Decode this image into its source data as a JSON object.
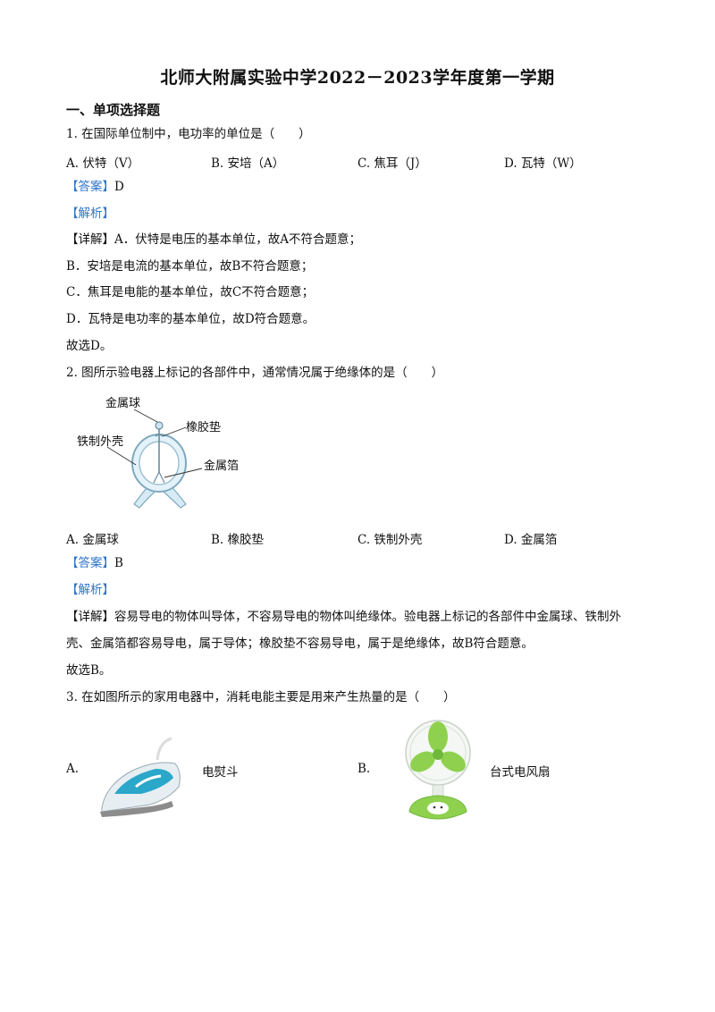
{
  "title": "北师大附属实验中学2022－2023学年度第一学期",
  "section": "一、单项选择题",
  "q1": {
    "stem": "1. 在国际单位制中，电功率的单位是（　　）",
    "options": [
      "A. 伏特（V）",
      "B. 安培（A）",
      "C. 焦耳（J）",
      "D. 瓦特（W）"
    ],
    "answer_tag": "【答案】",
    "answer": "D",
    "analysis_tag": "【解析】",
    "detail_tag": "【详解】",
    "detail": [
      "A．伏特是电压的基本单位，故A不符合题意；",
      "B．安培是电流的基本单位，故B不符合题意；",
      "C．焦耳是电能的基本单位，故C不符合题意；",
      "D．瓦特是电功率的基本单位，故D符合题意。"
    ],
    "conclusion": "故选D。"
  },
  "q2": {
    "stem": "2. 图所示验电器上标记的各部件中，通常情况属于绝缘体的是（　　）",
    "figure_labels": [
      "金属球",
      "橡胶垫",
      "铁制外壳",
      "金属箔"
    ],
    "options": [
      "A. 金属球",
      "B. 橡胶垫",
      "C. 铁制外壳",
      "D. 金属箔"
    ],
    "answer_tag": "【答案】",
    "answer": "B",
    "analysis_tag": "【解析】",
    "detail_tag": "【详解】",
    "detail": [
      "容易导电的物体叫导体，不容易导电的物体叫绝缘体。验电器上标记的各部件中金属球、铁制外",
      "壳、金属箔都容易导电，属于导体；橡胶垫不容易导电，属于是绝缘体，故B符合题意。"
    ],
    "conclusion": "故选B。"
  },
  "q3": {
    "stem": "3. 在如图所示的家用电器中，消耗电能主要是用来产生热量的是（　　）",
    "options": [
      {
        "letter": "A.",
        "label": "电熨斗"
      },
      {
        "letter": "B.",
        "label": "台式电风扇"
      }
    ]
  },
  "colors": {
    "tag": "#2f74c9",
    "text": "#111111",
    "fan_green": "#8fd14f",
    "iron_blue": "#2aa7c9"
  }
}
